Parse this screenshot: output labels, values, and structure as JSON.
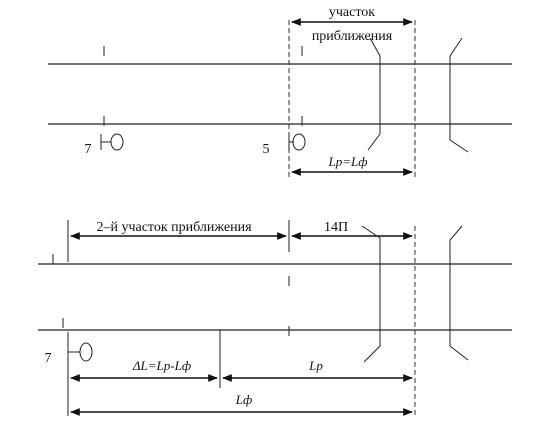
{
  "top": {
    "zone_label_line1": "участок",
    "zone_label_line2": "приближения",
    "signal_left_number": "7",
    "signal_right_number": "5",
    "length_formula": "Lр=Lф"
  },
  "bottom": {
    "second_zone_label": "2–й участок приближения",
    "block_label": "14П",
    "signal_number": "7",
    "delta_formula": "ΔL=Lр-Lф",
    "lp_label": "Lр",
    "lf_label": "Lф"
  }
}
